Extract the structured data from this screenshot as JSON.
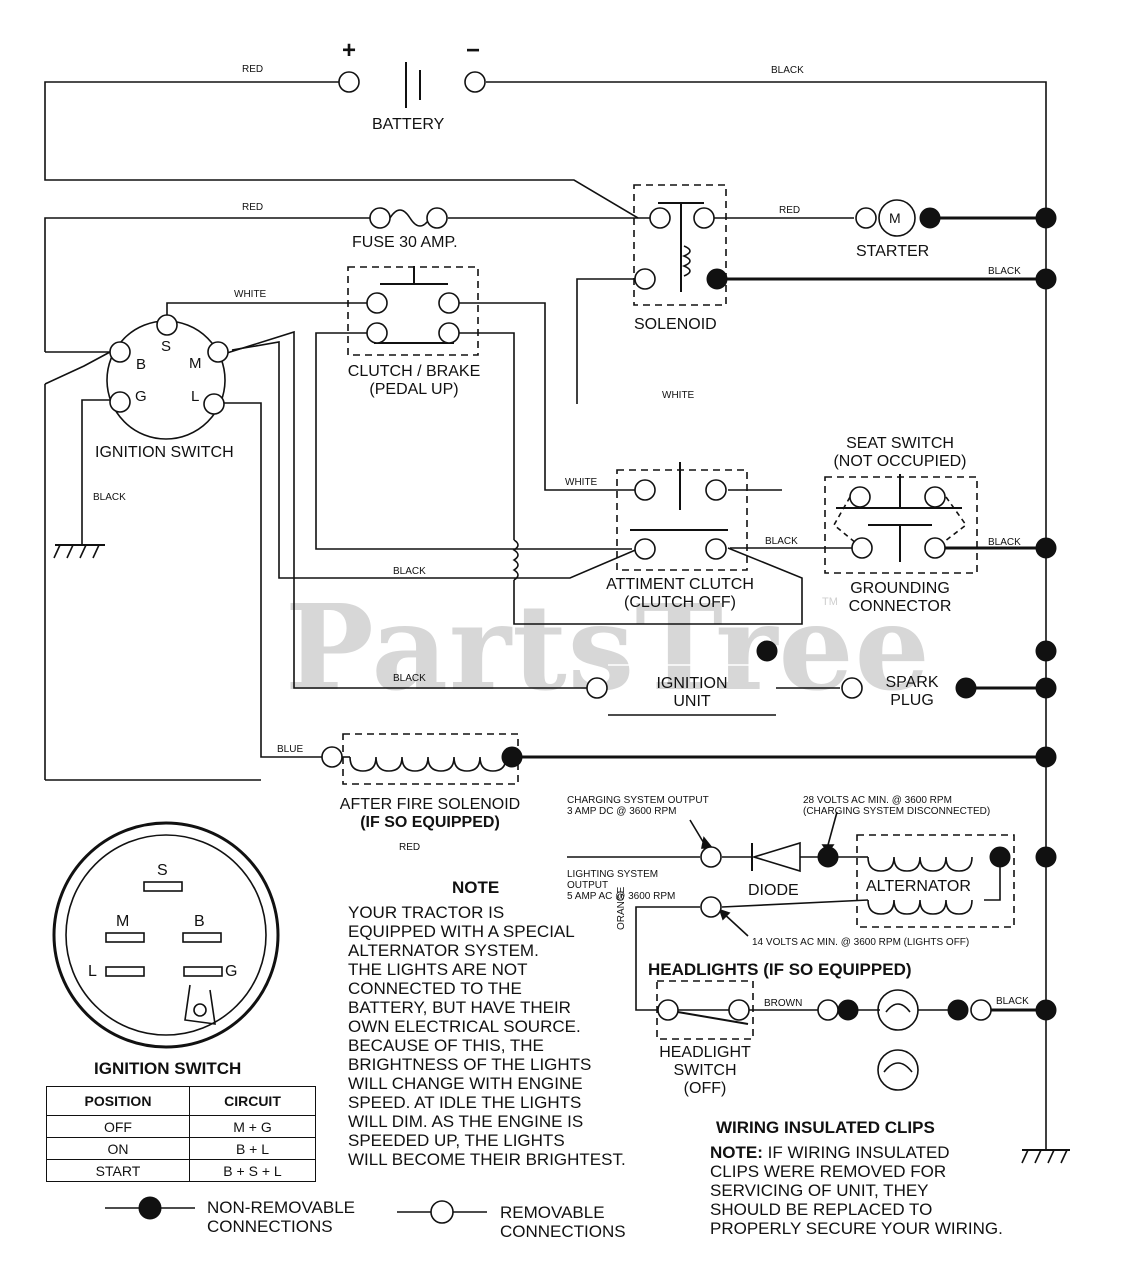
{
  "watermark": {
    "text": "PartsTree",
    "tm": "TM"
  },
  "components": {
    "battery": "BATTERY",
    "battery_plus": "+",
    "battery_minus": "−",
    "fuse": "FUSE 30 AMP.",
    "starter": "STARTER",
    "starter_m": "M",
    "solenoid": "SOLENOID",
    "clutch_brake": [
      "CLUTCH / BRAKE",
      "(PEDAL UP)"
    ],
    "ignition_switch": "IGNITION SWITCH",
    "seat_switch": [
      "SEAT SWITCH",
      "(NOT OCCUPIED)"
    ],
    "grounding_connector": [
      "GROUNDING",
      "CONNECTOR"
    ],
    "attachment_clutch": [
      "ATTIMENT CLUTCH",
      "(CLUTCH OFF)"
    ],
    "ignition_unit": [
      "IGNITION",
      "UNIT"
    ],
    "spark_plug": [
      "SPARK",
      "PLUG"
    ],
    "after_fire_solenoid": [
      "AFTER FIRE SOLENOID",
      "(IF SO EQUIPPED)"
    ],
    "diode": "DIODE",
    "alternator": "ALTERNATOR",
    "headlights": "HEADLIGHTS (IF SO EQUIPPED)",
    "headlight_switch": [
      "HEADLIGHT",
      "SWITCH",
      "(OFF)"
    ]
  },
  "switch_terminals": {
    "b": "B",
    "s": "S",
    "m": "M",
    "g": "G",
    "l": "L"
  },
  "wire_labels": {
    "red_top": "RED",
    "black_top": "BLACK",
    "red_fuse": "RED",
    "red_starter": "RED",
    "black_solenoid": "BLACK",
    "white_ign": "WHITE",
    "white_mid": "WHITE",
    "white_att": "WHITE",
    "black_seat_left": "BLACK",
    "black_seat_right": "BLACK",
    "black_ground": "BLACK",
    "black_att": "BLACK",
    "black_ignunit": "BLACK",
    "blue": "BLUE",
    "red_lower": "RED",
    "brown": "BROWN",
    "black_headlight": "BLACK",
    "orange": "ORANGE"
  },
  "charging": {
    "output": [
      "CHARGING SYSTEM OUTPUT",
      "3 AMP DC @ 3600 RPM"
    ],
    "volts28": [
      "28 VOLTS AC MIN. @ 3600 RPM",
      "(CHARGING SYSTEM DISCONNECTED)"
    ],
    "lighting": [
      "LIGHTING SYSTEM",
      "OUTPUT",
      "5 AMP AC @ 3600 RPM"
    ],
    "volts14": "14 VOLTS AC MIN. @ 3600 RPM (LIGHTS OFF)"
  },
  "note": {
    "title": "NOTE",
    "lines": [
      "YOUR TRACTOR IS",
      "EQUIPPED WITH A SPECIAL",
      "ALTERNATOR SYSTEM.",
      "THE LIGHTS ARE NOT",
      "CONNECTED TO THE",
      "BATTERY, BUT HAVE THEIR",
      "OWN ELECTRICAL SOURCE.",
      "BECAUSE OF THIS, THE",
      "BRIGHTNESS OF THE LIGHTS",
      "WILL CHANGE WITH ENGINE",
      "SPEED.  AT IDLE THE LIGHTS",
      "WILL DIM.  AS THE ENGINE IS",
      "SPEEDED UP, THE LIGHTS",
      "WILL BECOME THEIR BRIGHTEST."
    ]
  },
  "clips": {
    "title": "WIRING INSULATED CLIPS",
    "note_bold": "NOTE:",
    "lines": [
      " IF WIRING INSULATED",
      "CLIPS WERE REMOVED FOR",
      "SERVICING OF UNIT, THEY",
      "SHOULD BE REPLACED TO",
      "PROPERLY SECURE YOUR WIRING."
    ]
  },
  "switch_face": {
    "s": "S",
    "m": "M",
    "b": "B",
    "l": "L",
    "g": "G"
  },
  "position_table": {
    "title": "IGNITION SWITCH",
    "headers": [
      "POSITION",
      "CIRCUIT"
    ],
    "rows": [
      [
        "OFF",
        "M + G"
      ],
      [
        "ON",
        "B + L"
      ],
      [
        "START",
        "B + S + L"
      ]
    ]
  },
  "legend": {
    "non_removable": [
      "NON-REMOVABLE",
      "CONNECTIONS"
    ],
    "removable": [
      "REMOVABLE",
      "CONNECTIONS"
    ]
  }
}
